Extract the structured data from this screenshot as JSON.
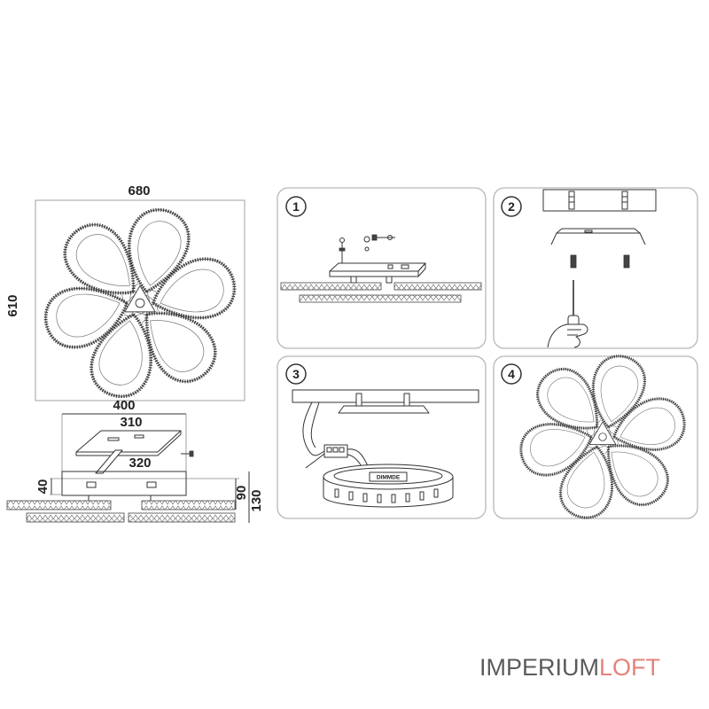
{
  "drawing": {
    "dimensions": {
      "width": "680",
      "height": "610",
      "bracket_length": "400",
      "bracket_inner": "310",
      "canopy_width": "320",
      "canopy_height": "40",
      "body_height": "90",
      "total_height": "130"
    },
    "steps": [
      {
        "number": "1"
      },
      {
        "number": "2"
      },
      {
        "number": "3"
      },
      {
        "number": "4"
      }
    ],
    "driver_label": "DIMMDE"
  },
  "brand": {
    "part_main": "IMPERIUM",
    "part_accent": "LOFT",
    "color_main": "#5b5b5b",
    "color_accent": "#e5837a"
  }
}
